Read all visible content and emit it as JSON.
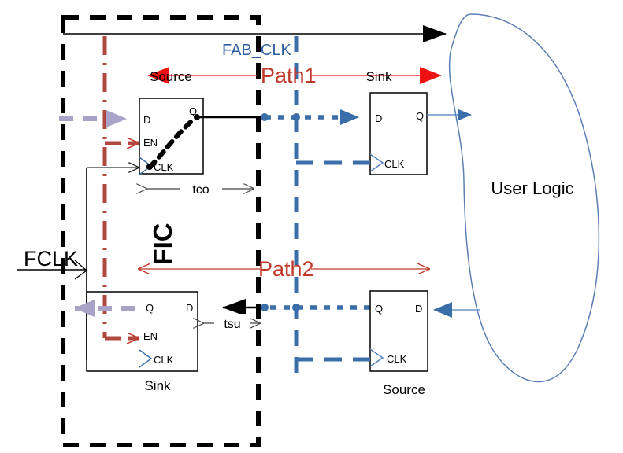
{
  "diagram": {
    "title": "FIC timing path diagram",
    "colors": {
      "black": "#000000",
      "fabric_blue": "#3a6ea8",
      "thin_blue": "#4f7fbd",
      "path_red": "#c0392b",
      "enable_red": "#b0483f",
      "lavender": "#a9a3c8",
      "blob_blue": "#5b7fb5"
    },
    "fic_region": {
      "label": "FIC",
      "border_style": "dashed"
    },
    "user_logic": {
      "label": "User Logic",
      "shape": "blob"
    },
    "clocks": {
      "fabric_clock_label": "FAB_CLK",
      "fabric_clock_line_style": "dashed",
      "fic_clock_label": "FCLK",
      "fic_clock_line_style": "solid"
    },
    "paths": [
      {
        "id": "path1",
        "label": "Path1",
        "source_label": "Source",
        "sink_label": "Sink",
        "direction": "fic-to-user-logic",
        "timing_label": "tco"
      },
      {
        "id": "path2",
        "label": "Path2",
        "source_label": "Source",
        "sink_label": "Sink",
        "direction": "user-logic-to-fic",
        "timing_label": "tsu"
      }
    ],
    "flipflops": [
      {
        "id": "ff-source-fic",
        "role_label": "Source",
        "role_position": "above",
        "pins": {
          "d": "D",
          "en": "EN",
          "clk": "CLK",
          "q": "Q"
        },
        "has_enable": true,
        "internal_delay_arc": true
      },
      {
        "id": "ff-sink-user",
        "role_label": "Sink",
        "role_position": "above",
        "pins": {
          "d": "D",
          "clk": "CLK",
          "q": "Q"
        },
        "has_enable": false,
        "internal_delay_arc": false
      },
      {
        "id": "ff-sink-fic",
        "role_label": "Sink",
        "role_position": "below",
        "pins": {
          "d": "D",
          "en": "EN",
          "clk": "CLK",
          "q": "Q"
        },
        "has_enable": true,
        "internal_delay_arc": false
      },
      {
        "id": "ff-source-user",
        "role_label": "Source",
        "role_position": "below",
        "pins": {
          "d": "D",
          "clk": "CLK",
          "q": "Q"
        },
        "has_enable": false,
        "internal_delay_arc": false
      }
    ],
    "timing_markers": [
      {
        "id": "tco",
        "label": "tco"
      },
      {
        "id": "tsu",
        "label": "tsu"
      }
    ]
  }
}
